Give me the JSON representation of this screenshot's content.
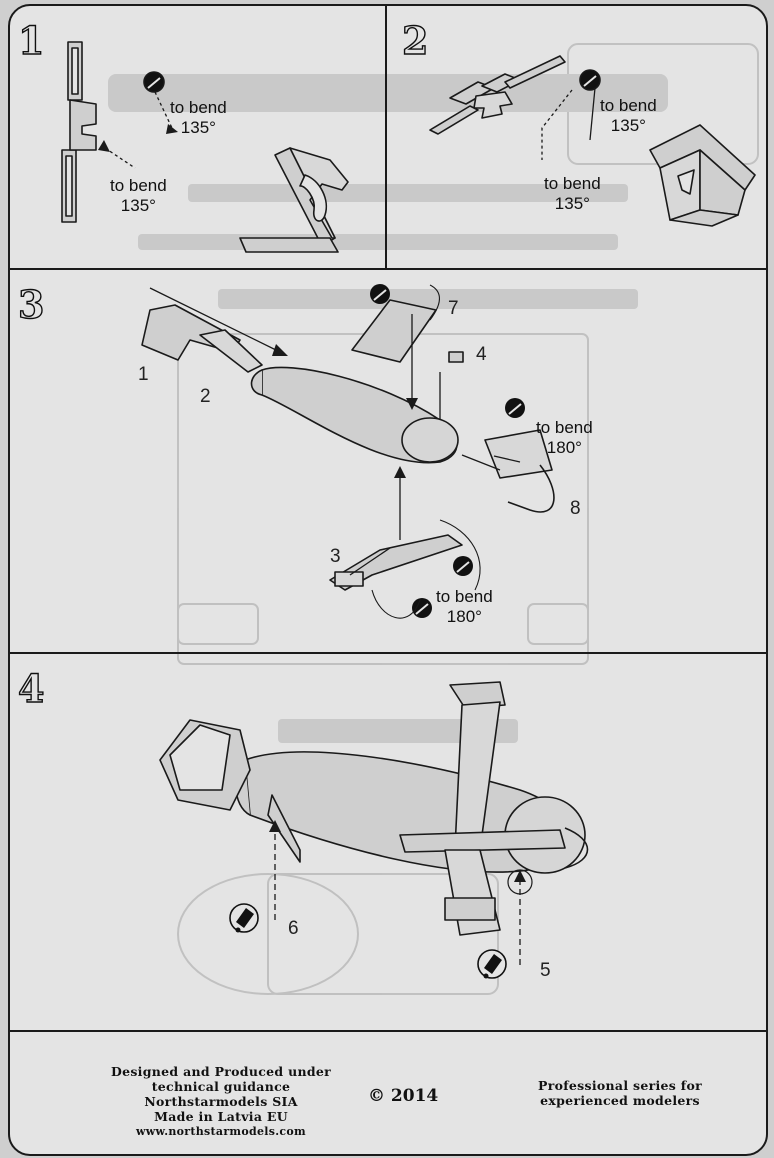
{
  "panels": {
    "p1": {
      "step": "1",
      "bend_a": "to bend\n135°",
      "bend_b": "to bend\n135°"
    },
    "p2": {
      "step": "2",
      "bend_a": "to bend\n135°",
      "bend_b": "to bend\n135°"
    },
    "p3": {
      "step": "3",
      "bend_a": "to bend\n180°",
      "bend_b": "to bend\n180°",
      "parts": [
        "1",
        "2",
        "3",
        "4",
        "7",
        "8"
      ]
    },
    "p4": {
      "step": "4",
      "parts": [
        "6",
        "5"
      ]
    }
  },
  "footer": {
    "credits": [
      "Designed and Produced under",
      "technical guidance",
      "Northstarmodels SIA",
      "Made in Latvia EU",
      "www.northstarmodels.com"
    ],
    "copyright": "© 2014",
    "series": [
      "Professional series for",
      "experienced modelers"
    ]
  },
  "colors": {
    "paper": "#e4e4e4",
    "ink": "#1a1a1a",
    "part_fill": "#cfcfcf"
  },
  "icons": [
    "bend-icon",
    "glue-icon"
  ]
}
